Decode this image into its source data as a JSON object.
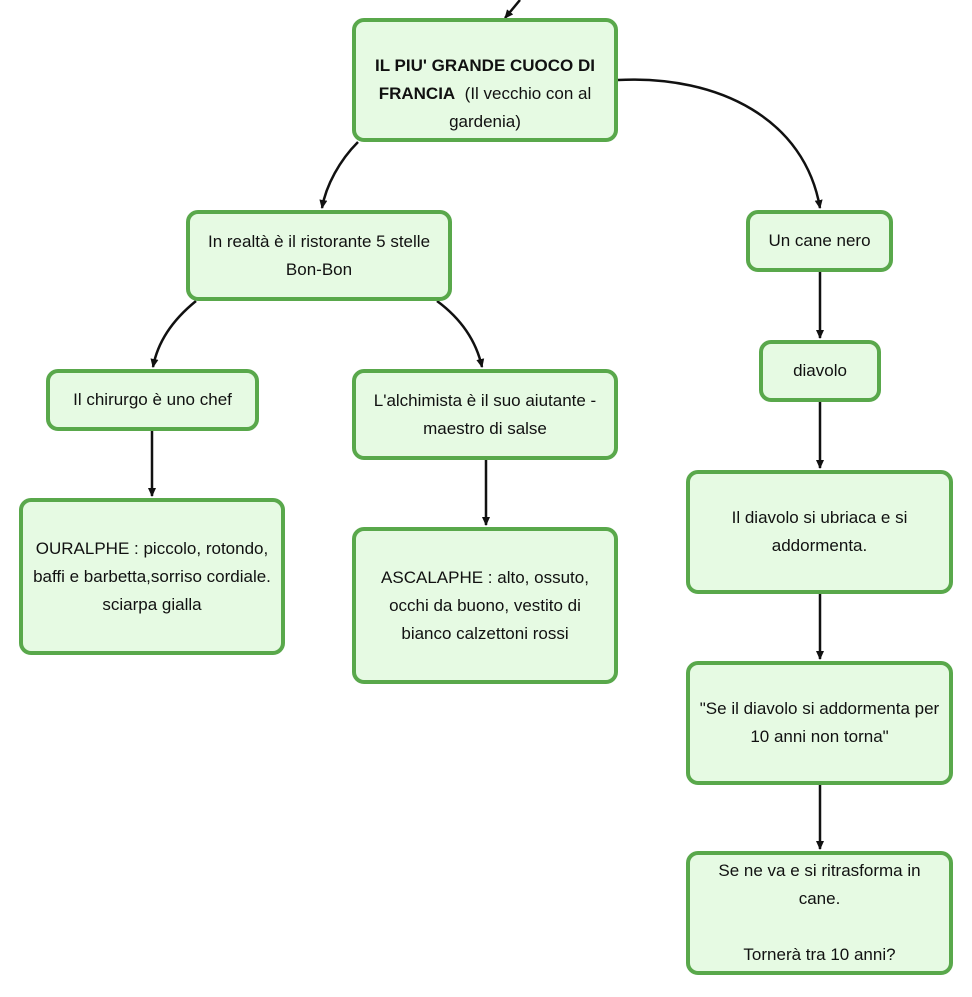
{
  "colors": {
    "node_fill": "#e6fae3",
    "node_border": "#59a84b",
    "edge": "#111111",
    "text": "#111111"
  },
  "nodes": {
    "root": {
      "title": "IL PIU' GRANDE CUOCO DI FRANCIA",
      "subtitle": "(Il vecchio con al gardenia)"
    },
    "ristorante": {
      "text": "In realtà è il ristorante 5 stelle Bon-Bon"
    },
    "cane": {
      "text": "Un cane nero"
    },
    "chirurgo": {
      "text": "Il chirurgo è uno chef"
    },
    "alchimista": {
      "text": "L'alchimista è il suo aiutante - maestro di salse"
    },
    "diavolo": {
      "text": "diavolo"
    },
    "ouralphe": {
      "text": "OURALPHE : piccolo, rotondo, baffi e barbetta,sorriso cordiale. sciarpa gialla"
    },
    "ascalaphe": {
      "text": "ASCALAPHE : alto, ossuto, occhi da buono, vestito di bianco calzettoni rossi"
    },
    "ubriaca": {
      "text": "Il diavolo si ubriaca e si addormenta."
    },
    "addormenta": {
      "text": "\"Se il diavolo si addormenta per 10 anni non torna\""
    },
    "ritrasforma": {
      "line1": "Se ne va e si ritrasforma in cane.",
      "line2": "Tornerà tra 10 anni?"
    }
  }
}
